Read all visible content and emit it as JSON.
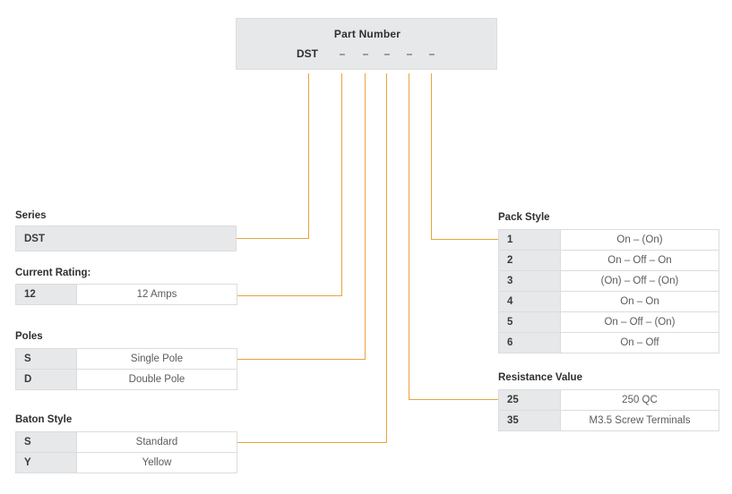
{
  "diagram": {
    "title": "Part Number",
    "series_code": "DST",
    "slot_marks": [
      "–",
      "–",
      "–",
      "–",
      "–"
    ],
    "accent_color": "#e8a33d",
    "header_fill": "#e7e8e9",
    "code_cell_fill": "#e7e8e9",
    "border_color": "#dcdcdc"
  },
  "groups": {
    "series": {
      "title": "Series",
      "rows": [
        {
          "code": "DST",
          "value": ""
        }
      ]
    },
    "current_rating": {
      "title": "Current Rating:",
      "rows": [
        {
          "code": "12",
          "value": "12 Amps"
        }
      ]
    },
    "poles": {
      "title": "Poles",
      "rows": [
        {
          "code": "S",
          "value": "Single Pole"
        },
        {
          "code": "D",
          "value": "Double Pole"
        }
      ]
    },
    "baton_style": {
      "title": "Baton Style",
      "rows": [
        {
          "code": "S",
          "value": "Standard"
        },
        {
          "code": "Y",
          "value": "Yellow"
        }
      ]
    },
    "pack_style": {
      "title": "Pack Style",
      "rows": [
        {
          "code": "1",
          "value": "On – (On)"
        },
        {
          "code": "2",
          "value": "On – Off – On"
        },
        {
          "code": "3",
          "value": "(On) – Off – (On)"
        },
        {
          "code": "4",
          "value": "On – On"
        },
        {
          "code": "5",
          "value": "On – Off – (On)"
        },
        {
          "code": "6",
          "value": "On – Off"
        }
      ]
    },
    "resistance_value": {
      "title": "Resistance Value",
      "rows": [
        {
          "code": "25",
          "value": "250 QC"
        },
        {
          "code": "35",
          "value": "M3.5 Screw Terminals"
        }
      ]
    }
  }
}
